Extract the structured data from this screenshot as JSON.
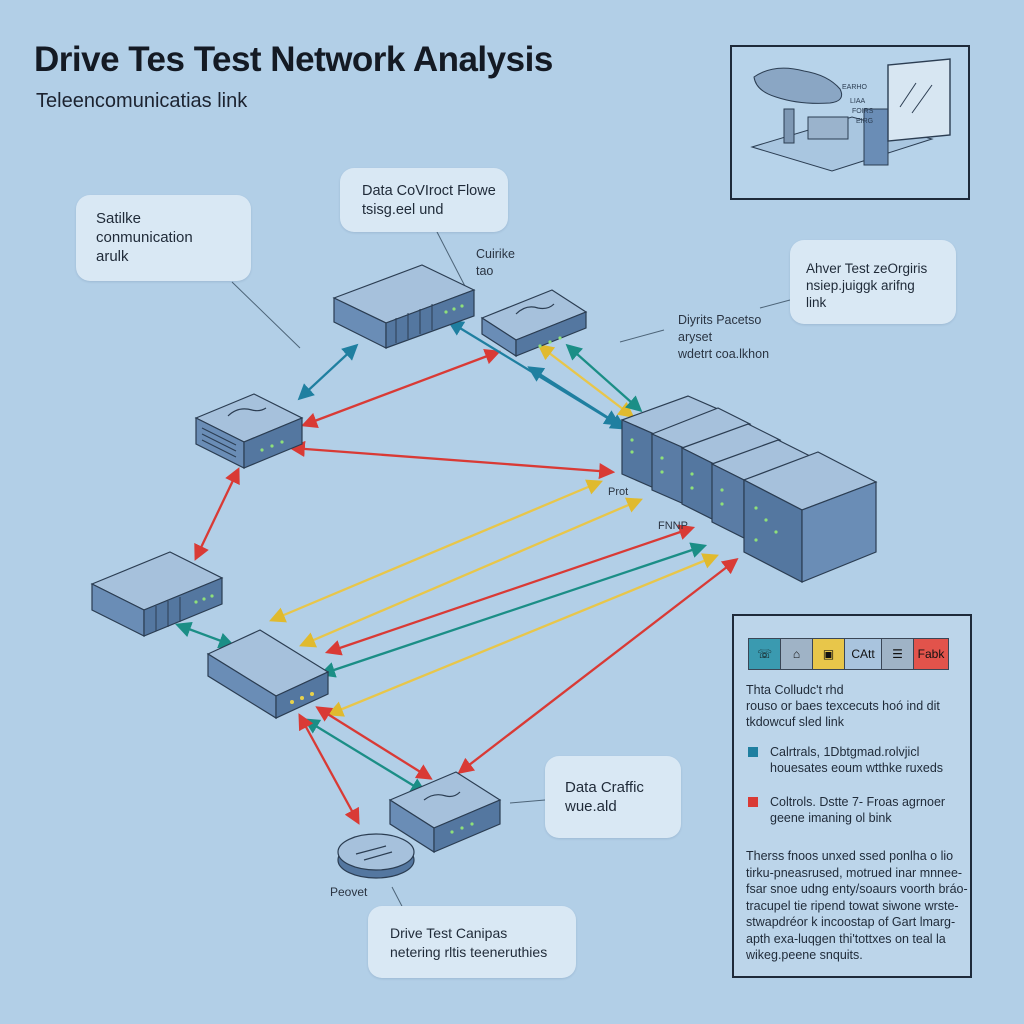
{
  "header": {
    "title": "Drive Tes Test Network Analysis",
    "subtitle": "Teleencomunicatias link"
  },
  "callouts": {
    "satellite": [
      "Satilke",
      "conmunication",
      "arulk"
    ],
    "data_control": [
      "Data CoVIroct Flowe",
      "tsisg.eel und"
    ],
    "driver_test": [
      "Ahver Test zeOrgiris",
      "nsiep.juiggk arifng",
      "link"
    ],
    "data_traffic": [
      "Data Craffic",
      "wue.ald"
    ],
    "drive_test_campus": [
      "Drive Test Canipas",
      "netering rltis teeneruthies"
    ]
  },
  "labels": {
    "cuirike": [
      "Cuirike",
      "tao"
    ],
    "drivers_packet": [
      "Diyrits Pacetso",
      "aryset",
      "wdetrt coa.lkhon"
    ],
    "prot": "Prot",
    "fnnp": "FNNP",
    "peovet": "Peovet"
  },
  "thumbnail": {
    "labels": [
      "EARHO",
      "LIAA",
      "FOIRS",
      "EIRG"
    ]
  },
  "legend": {
    "chips": [
      {
        "icon": "phone-icon",
        "text": "",
        "color": "#3a9ab0"
      },
      {
        "icon": "router-icon",
        "text": "",
        "color": "#9fb3c6"
      },
      {
        "icon": "car-icon",
        "text": "",
        "color": "#e8c64a"
      },
      {
        "icon": "",
        "text": "CAtt",
        "color": "#a9c4de"
      },
      {
        "icon": "list-icon",
        "text": "",
        "color": "#9fb3c6"
      },
      {
        "icon": "",
        "text": "Fabk",
        "color": "#e2534b"
      }
    ],
    "intro": [
      "Thta Colludc't rhd",
      "rouso or baes texcecuts hoó ind dit",
      "tkdowcuf sled link"
    ],
    "keys": [
      {
        "color": "#1f7fa0",
        "lines": [
          "Calrtrals, 1Dbtgmad.rolvjicl",
          "houesates eoum wtthke ruxeds"
        ]
      },
      {
        "color": "#d93a35",
        "lines": [
          "Coltrols. Dstte 7- Froas agrnoer",
          "geene imaning ol bink"
        ]
      }
    ],
    "footer": [
      "Therss fnoos unxed ssed ponlha o lio",
      "tirku-pneasrused, motrued inar mnnee-",
      "fsar snoe udng enty/soaurs voorth bráo-",
      "tracupel tie ripend towat siwone wrste-",
      "stwapdréor k incoostap of Gart lmarg-",
      "apth exa-luqgen thi'tottxes on teal la",
      "wikeg.peene snquits."
    ]
  },
  "colors": {
    "background": "#b2cfe7",
    "device": "#6a8db6",
    "link_blue": "#1f7fa0",
    "link_red": "#d93a35",
    "link_yellow": "#e8c64a",
    "link_teal": "#1b8e86"
  }
}
